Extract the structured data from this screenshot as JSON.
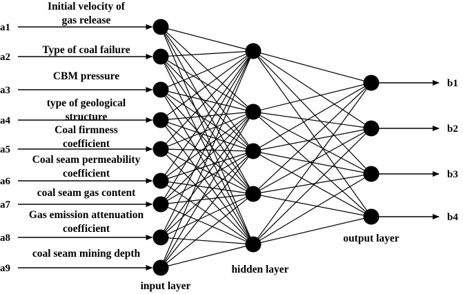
{
  "inputs": [
    {
      "id": "a1",
      "label_lines": [
        "Initial velocity of",
        "gas release"
      ]
    },
    {
      "id": "a2",
      "label_lines": [
        "Type of coal failure"
      ]
    },
    {
      "id": "a3",
      "label_lines": [
        "CBM pressure"
      ]
    },
    {
      "id": "a4",
      "label_lines": [
        "type of geological",
        "structure"
      ]
    },
    {
      "id": "a5",
      "label_lines": [
        "Coal firmness",
        "coefficient"
      ]
    },
    {
      "id": "a6",
      "label_lines": [
        "Coal seam permeability",
        "coefficient"
      ]
    },
    {
      "id": "a7",
      "label_lines": [
        "coal seam gas content"
      ]
    },
    {
      "id": "a8",
      "label_lines": [
        "Gas emission attenuation",
        "coefficient"
      ]
    },
    {
      "id": "a9",
      "label_lines": [
        "coal seam mining depth"
      ]
    }
  ],
  "hidden_count": 5,
  "outputs": [
    "b1",
    "b2",
    "b3",
    "b4"
  ],
  "layers": {
    "input": "input layer",
    "hidden": "hidden layer",
    "output": "output layer"
  },
  "colors": {
    "node": "#000000",
    "edge": "#000000",
    "background": "#ffffff"
  }
}
